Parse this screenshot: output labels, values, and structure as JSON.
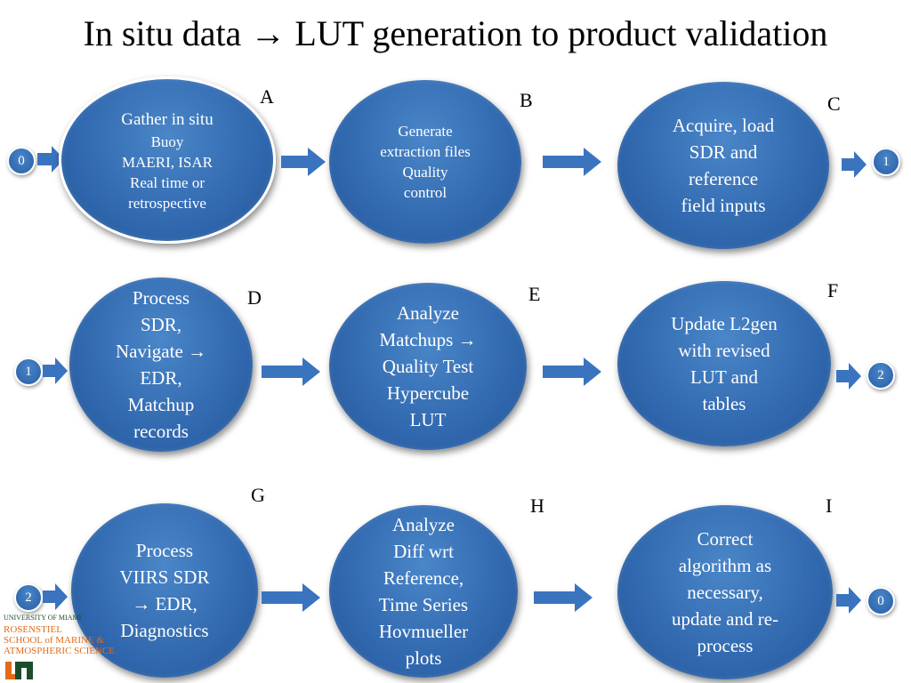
{
  "title": "In situ data → LUT generation to product validation",
  "letters": [
    "A",
    "B",
    "C",
    "D",
    "E",
    "F",
    "G",
    "H",
    "I"
  ],
  "nodes": {
    "A": [
      "Gather in situ",
      "Buoy",
      "MAERI, ISAR",
      "Real time or",
      "retrospective"
    ],
    "B": [
      "Generate",
      "extraction files",
      "Quality",
      "control"
    ],
    "C": [
      "Acquire, load",
      "SDR and",
      "reference",
      "field inputs"
    ],
    "D": [
      "Process",
      "SDR,",
      "Navigate →",
      "EDR,",
      "Matchup",
      "records"
    ],
    "E": [
      "Analyze",
      "Matchups →",
      "Quality Test",
      "Hypercube",
      "LUT"
    ],
    "F": [
      "Update L2gen",
      "with revised",
      "LUT and",
      "tables"
    ],
    "G": [
      "Process",
      "VIIRS SDR",
      "→ EDR,",
      "Diagnostics"
    ],
    "H": [
      "Analyze",
      "Diff wrt",
      "Reference,",
      "Time Series",
      "Hovmueller",
      "plots"
    ],
    "I": [
      "Correct",
      "algorithm as",
      "necessary,",
      "update and re-",
      "process"
    ]
  },
  "connectors": {
    "row1_in": "0",
    "row1_out": "1",
    "row2_in": "1",
    "row2_out": "2",
    "row3_in": "2",
    "row3_out": "0"
  },
  "logo": {
    "line1": "UNIVERSITY OF MIAMI",
    "line2": "ROSENSTIEL",
    "line3": "SCHOOL of MARINE &",
    "line4": "ATMOSPHERIC SCIENCE"
  },
  "colors": {
    "node": "#2f66ad",
    "arrow": "#3a74bf",
    "logo_orange": "#e36b18",
    "logo_green": "#1b4d2a"
  }
}
